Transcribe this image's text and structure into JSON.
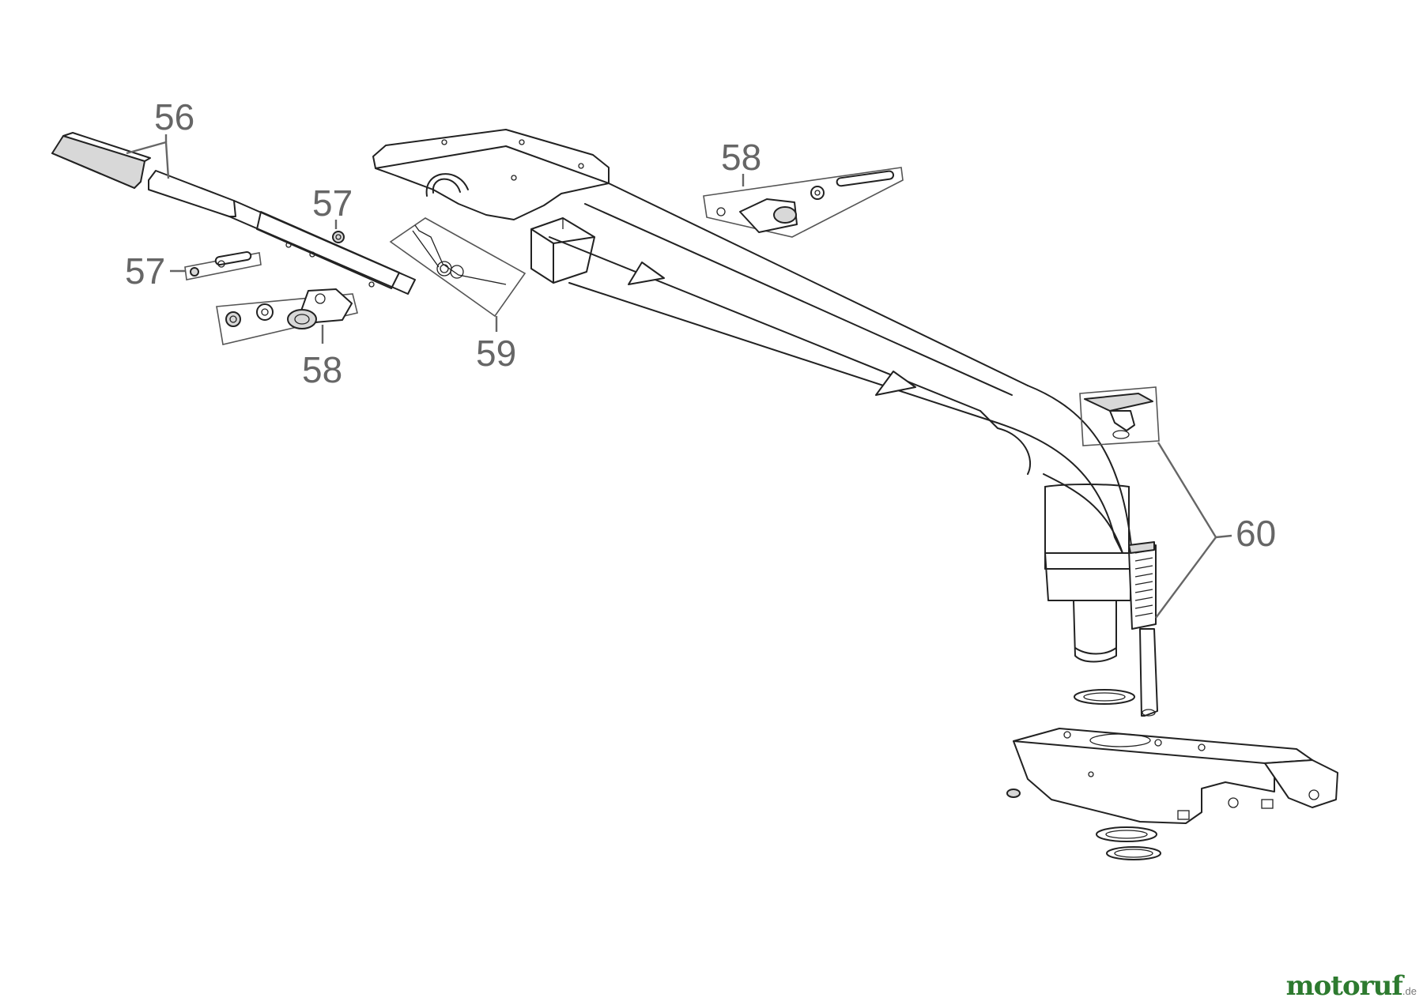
{
  "diagram": {
    "part_labels": {
      "p56": "56",
      "p57a": "57",
      "p57b": "57",
      "p58a": "58",
      "p58b": "58",
      "p59": "59",
      "p60": "60"
    }
  },
  "watermark": {
    "main": "motoruf",
    "tld": ".de"
  }
}
